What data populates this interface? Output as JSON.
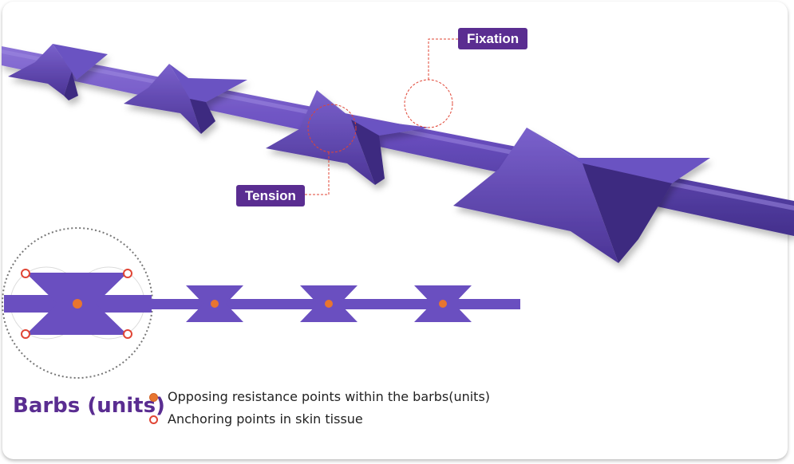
{
  "callouts": {
    "fixation": "Fixation",
    "tension": "Tension"
  },
  "legend": {
    "title": "Barbs (units)",
    "items": [
      {
        "marker": "filled-orange-dot",
        "label": "Opposing resistance points within the barbs(units)"
      },
      {
        "marker": "hollow-red-circle",
        "label": "Anchoring points in skin tissue"
      }
    ]
  },
  "colors": {
    "thread": "#6a4fc0",
    "thread_dark": "#4b3496",
    "label_background": "#5a2d91",
    "resistance_point": "#e8752f",
    "anchor_point": "#e04535",
    "callout_line": "#e04535"
  }
}
